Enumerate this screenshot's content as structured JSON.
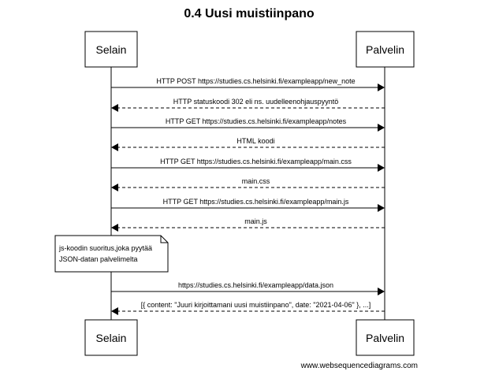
{
  "title": "0.4 Uusi muistiinpano",
  "participants": [
    {
      "id": "selain",
      "label": "Selain"
    },
    {
      "id": "palvelin",
      "label": "Palvelin"
    }
  ],
  "messages": [
    {
      "from": "selain",
      "to": "palvelin",
      "style": "solid",
      "text": "HTTP POST https://studies.cs.helsinki.fi/exampleapp/new_note"
    },
    {
      "from": "palvelin",
      "to": "selain",
      "style": "dashed",
      "text": "HTTP statuskoodi 302 eli ns. uudelleenohjauspyyntö"
    },
    {
      "from": "selain",
      "to": "palvelin",
      "style": "solid",
      "text": "HTTP GET https://studies.cs.helsinki.fi/exampleapp/notes"
    },
    {
      "from": "palvelin",
      "to": "selain",
      "style": "dashed",
      "text": "HTML koodi"
    },
    {
      "from": "selain",
      "to": "palvelin",
      "style": "solid",
      "text": "HTTP GET https://studies.cs.helsinki.fi/exampleapp/main.css"
    },
    {
      "from": "palvelin",
      "to": "selain",
      "style": "dashed",
      "text": "main.css"
    },
    {
      "from": "selain",
      "to": "palvelin",
      "style": "solid",
      "text": "HTTP GET https://studies.cs.helsinki.fi/exampleapp/main.js"
    },
    {
      "from": "palvelin",
      "to": "selain",
      "style": "dashed",
      "text": "main.js"
    },
    {
      "from": "selain",
      "to": "palvelin",
      "style": "solid",
      "text": "https://studies.cs.helsinki.fi/exampleapp/data.json"
    },
    {
      "from": "palvelin",
      "to": "selain",
      "style": "dashed",
      "text": "[{ content: \"Juuri kirjoittamani uusi muistiinpano\", date: \"2021-04-06\" }, ...]"
    }
  ],
  "note": {
    "lines": [
      "js-koodin suoritus,joka pyytää",
      "JSON-datan palvelimelta"
    ]
  },
  "footer": "www.websequencediagrams.com",
  "colors": {
    "line": "#000000",
    "background": "#ffffff",
    "box_fill": "#ffffff"
  }
}
